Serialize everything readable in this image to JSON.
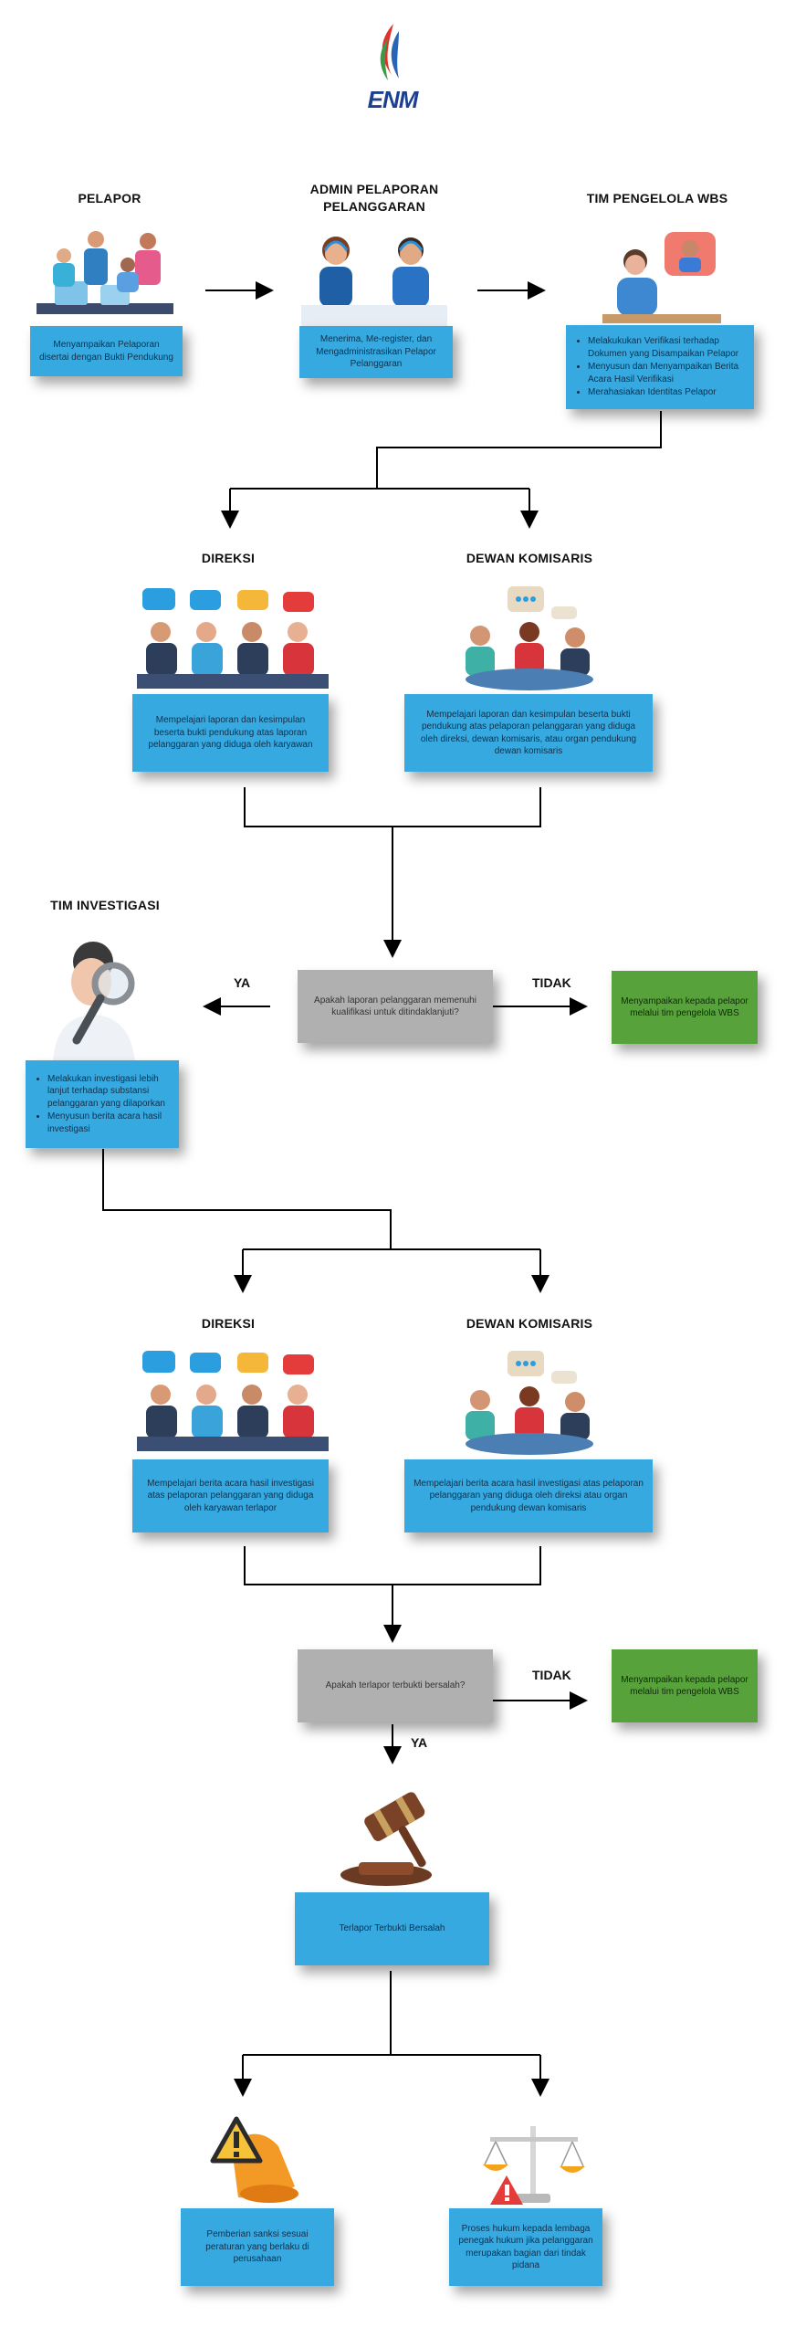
{
  "logo": {
    "text": "ENM",
    "colors": {
      "flame_red": "#e2312a",
      "flame_blue": "#2a64b7",
      "flame_green": "#3a9a47",
      "text": "#1d3f8f"
    }
  },
  "colors": {
    "box_blue": "#36a9e1",
    "box_green": "#58a23c",
    "box_gray": "#b0b0b0"
  },
  "row1": {
    "pelapor": {
      "title": "PELAPOR",
      "text": "Menyampaikan Pelaporan disertai dengan Bukti Pendukung"
    },
    "admin": {
      "title": "ADMIN PELAPORAN PELANGGARAN",
      "text": "Menerima, Me-register, dan Mengadministrasikan Pelapor Pelanggaran"
    },
    "wbs": {
      "title": "TIM PENGELOLA WBS",
      "items": [
        "Melakukukan Verifikasi terhadap Dokumen yang Disampaikan Pelapor",
        "Menyusun dan Menyampaikan Berita Acara Hasil Verifikasi",
        "Merahasiakan Identitas Pelapor"
      ]
    }
  },
  "row2": {
    "direksi": {
      "title": "DIREKSI",
      "text": "Mempelajari laporan dan kesimpulan beserta bukti pendukung atas laporan pelanggaran yang diduga oleh karyawan"
    },
    "komisaris": {
      "title": "DEWAN KOMISARIS",
      "text": "Mempelajari laporan dan kesimpulan beserta bukti pendukung atas pelaporan pelanggaran yang diduga oleh direksi, dewan komisaris, atau organ pendukung dewan komisaris"
    }
  },
  "decision1": {
    "question": "Apakah laporan pelanggaran memenuhi kualifikasi untuk ditindaklanjuti?",
    "yes": "YA",
    "no": "TIDAK",
    "no_text": "Menyampaikan kepada pelapor melalui tim pengelola WBS"
  },
  "investigasi": {
    "title": "TIM INVESTIGASI",
    "items": [
      "Melakukan investigasi lebih lanjut terhadap substansi pelanggaran yang dilaporkan",
      "Menyusun berita acara hasil investigasi"
    ]
  },
  "row3": {
    "direksi": {
      "title": "DIREKSI",
      "text": "Mempelajari berita acara hasil investigasi atas pelaporan pelanggaran yang diduga oleh karyawan terlapor"
    },
    "komisaris": {
      "title": "DEWAN KOMISARIS",
      "text": "Mempelajari berita acara hasil investigasi atas pelaporan pelanggaran yang diduga oleh direksi atau organ pendukung dewan komisaris"
    }
  },
  "decision2": {
    "question": "Apakah terlapor terbukti bersalah?",
    "yes": "YA",
    "no": "TIDAK",
    "no_text": "Menyampaikan kepada pelapor melalui tim pengelola WBS"
  },
  "guilty": {
    "text": "Terlapor Terbukti Bersalah"
  },
  "outcomes": {
    "sanksi": {
      "text": "Pemberian sanksi sesuai peraturan yang berlaku di perusahaan"
    },
    "hukum": {
      "text": "Proses hukum kepada lembaga penegak hukum jika pelanggaran merupakan bagian dari tindak pidana"
    }
  }
}
